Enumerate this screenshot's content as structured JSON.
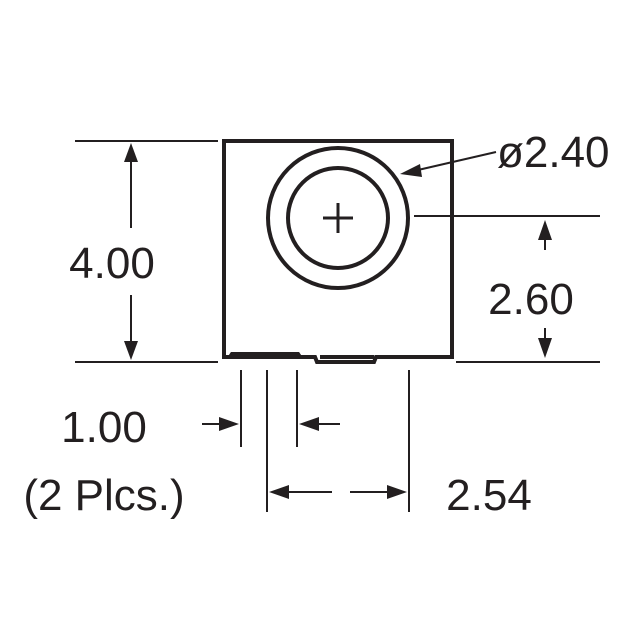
{
  "dimensions": {
    "diameter": "ø2.40",
    "height": "4.00",
    "center_offset": "2.60",
    "pin_width": "1.00",
    "pin_count_note": "(2 Plcs.)",
    "pin_pitch": "2.54"
  },
  "symbols": {
    "center_mark": "plus-sign"
  },
  "colors": {
    "ink": "#231f20",
    "background": "#ffffff"
  }
}
